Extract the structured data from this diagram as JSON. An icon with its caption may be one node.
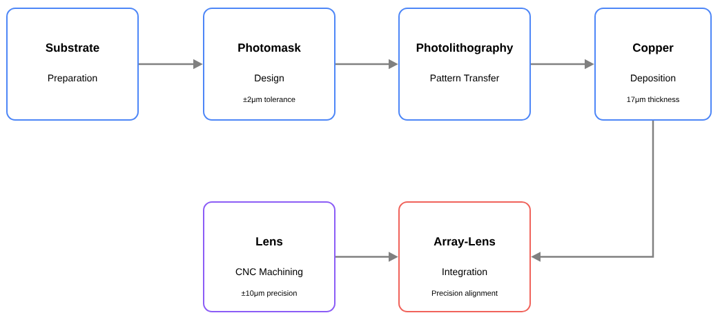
{
  "diagram": {
    "nodes": [
      {
        "text": [
          "Substrate",
          "Preparation"
        ]
      },
      {
        "text": [
          "Photomask",
          "Design",
          "±2μm tolerance"
        ]
      },
      {
        "text": [
          "Photolithography",
          "Pattern Transfer"
        ]
      },
      {
        "text": [
          "Copper",
          "Deposition",
          "17μm thickness"
        ]
      },
      {
        "text": [
          "Lens",
          "CNC Machining",
          "±10μm precision"
        ]
      },
      {
        "text": [
          "Array-Lens",
          "Integration",
          "Precision alignment"
        ]
      }
    ],
    "edges": [
      {
        "from": 0,
        "to": 1,
        "arrow": "to"
      },
      {
        "from": 1,
        "to": 2,
        "arrow": "to"
      },
      {
        "from": 2,
        "to": 3,
        "arrow": "to"
      },
      {
        "from": 3,
        "to": 5,
        "arrow": "to"
      },
      {
        "from": 4,
        "to": 5,
        "arrow": "to"
      }
    ]
  }
}
